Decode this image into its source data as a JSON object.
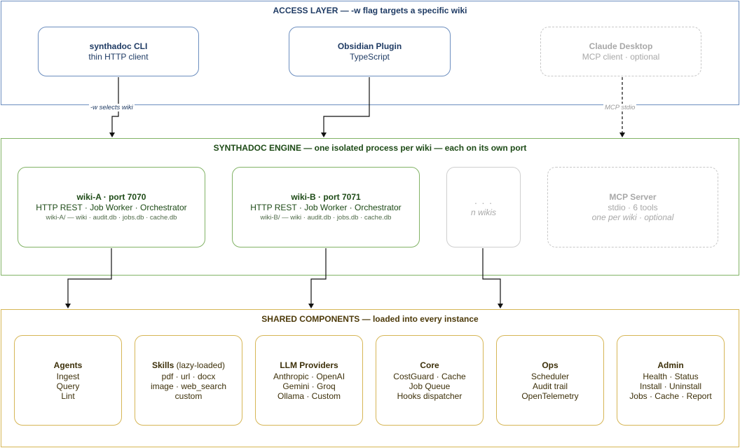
{
  "access_layer": {
    "title": "ACCESS LAYER — -w flag targets a specific wiki",
    "nodes": [
      {
        "title": "synthadoc CLI",
        "subtitle": "thin HTTP client"
      },
      {
        "title": "Obsidian Plugin",
        "subtitle": "TypeScript"
      },
      {
        "title": "Claude Desktop",
        "subtitle": "MCP client · optional"
      }
    ]
  },
  "edge_labels": {
    "cli": "-w selects wiki",
    "mcp": "MCP stdio"
  },
  "engine_layer": {
    "title": "SYNTHADOC ENGINE — one isolated process per wiki — each on its own port",
    "wikis": [
      {
        "title": "wiki-A · port 7070",
        "subtitle": "HTTP REST · Job Worker · Orchestrator",
        "files": "wiki-A/ — wiki · audit.db · jobs.db · cache.db"
      },
      {
        "title": "wiki-B · port 7071",
        "subtitle": "HTTP REST · Job Worker · Orchestrator",
        "files": "wiki-B/ — wiki · audit.db · jobs.db · cache.db"
      }
    ],
    "more": {
      "dots": "· · ·",
      "label": "n wikis"
    },
    "mcp_server": {
      "title": "MCP Server",
      "subtitle": "stdio · 6 tools",
      "note": "one per wiki · optional"
    }
  },
  "shared_layer": {
    "title": "SHARED COMPONENTS — loaded into every instance",
    "components": [
      {
        "title": "Agents",
        "title_suffix": "",
        "lines": [
          "Ingest",
          "Query",
          "Lint"
        ]
      },
      {
        "title": "Skills",
        "title_suffix": " (lazy-loaded)",
        "lines": [
          "pdf · url · docx",
          "image · web_search",
          "custom"
        ]
      },
      {
        "title": "LLM Providers",
        "title_suffix": "",
        "lines": [
          "Anthropic · OpenAI",
          "Gemini · Groq",
          "Ollama · Custom"
        ]
      },
      {
        "title": "Core",
        "title_suffix": "",
        "lines": [
          "CostGuard · Cache",
          "Job Queue",
          "Hooks dispatcher"
        ]
      },
      {
        "title": "Ops",
        "title_suffix": "",
        "lines": [
          "Scheduler",
          "Audit trail",
          "OpenTelemetry"
        ]
      },
      {
        "title": "Admin",
        "title_suffix": "",
        "lines": [
          "Health · Status",
          "Install · Uninstall",
          "Jobs · Cache · Report"
        ]
      }
    ]
  },
  "colors": {
    "access": "#6c8ebf",
    "engine": "#82b366",
    "shared": "#d6b656",
    "optional": "#c8c8c8"
  }
}
